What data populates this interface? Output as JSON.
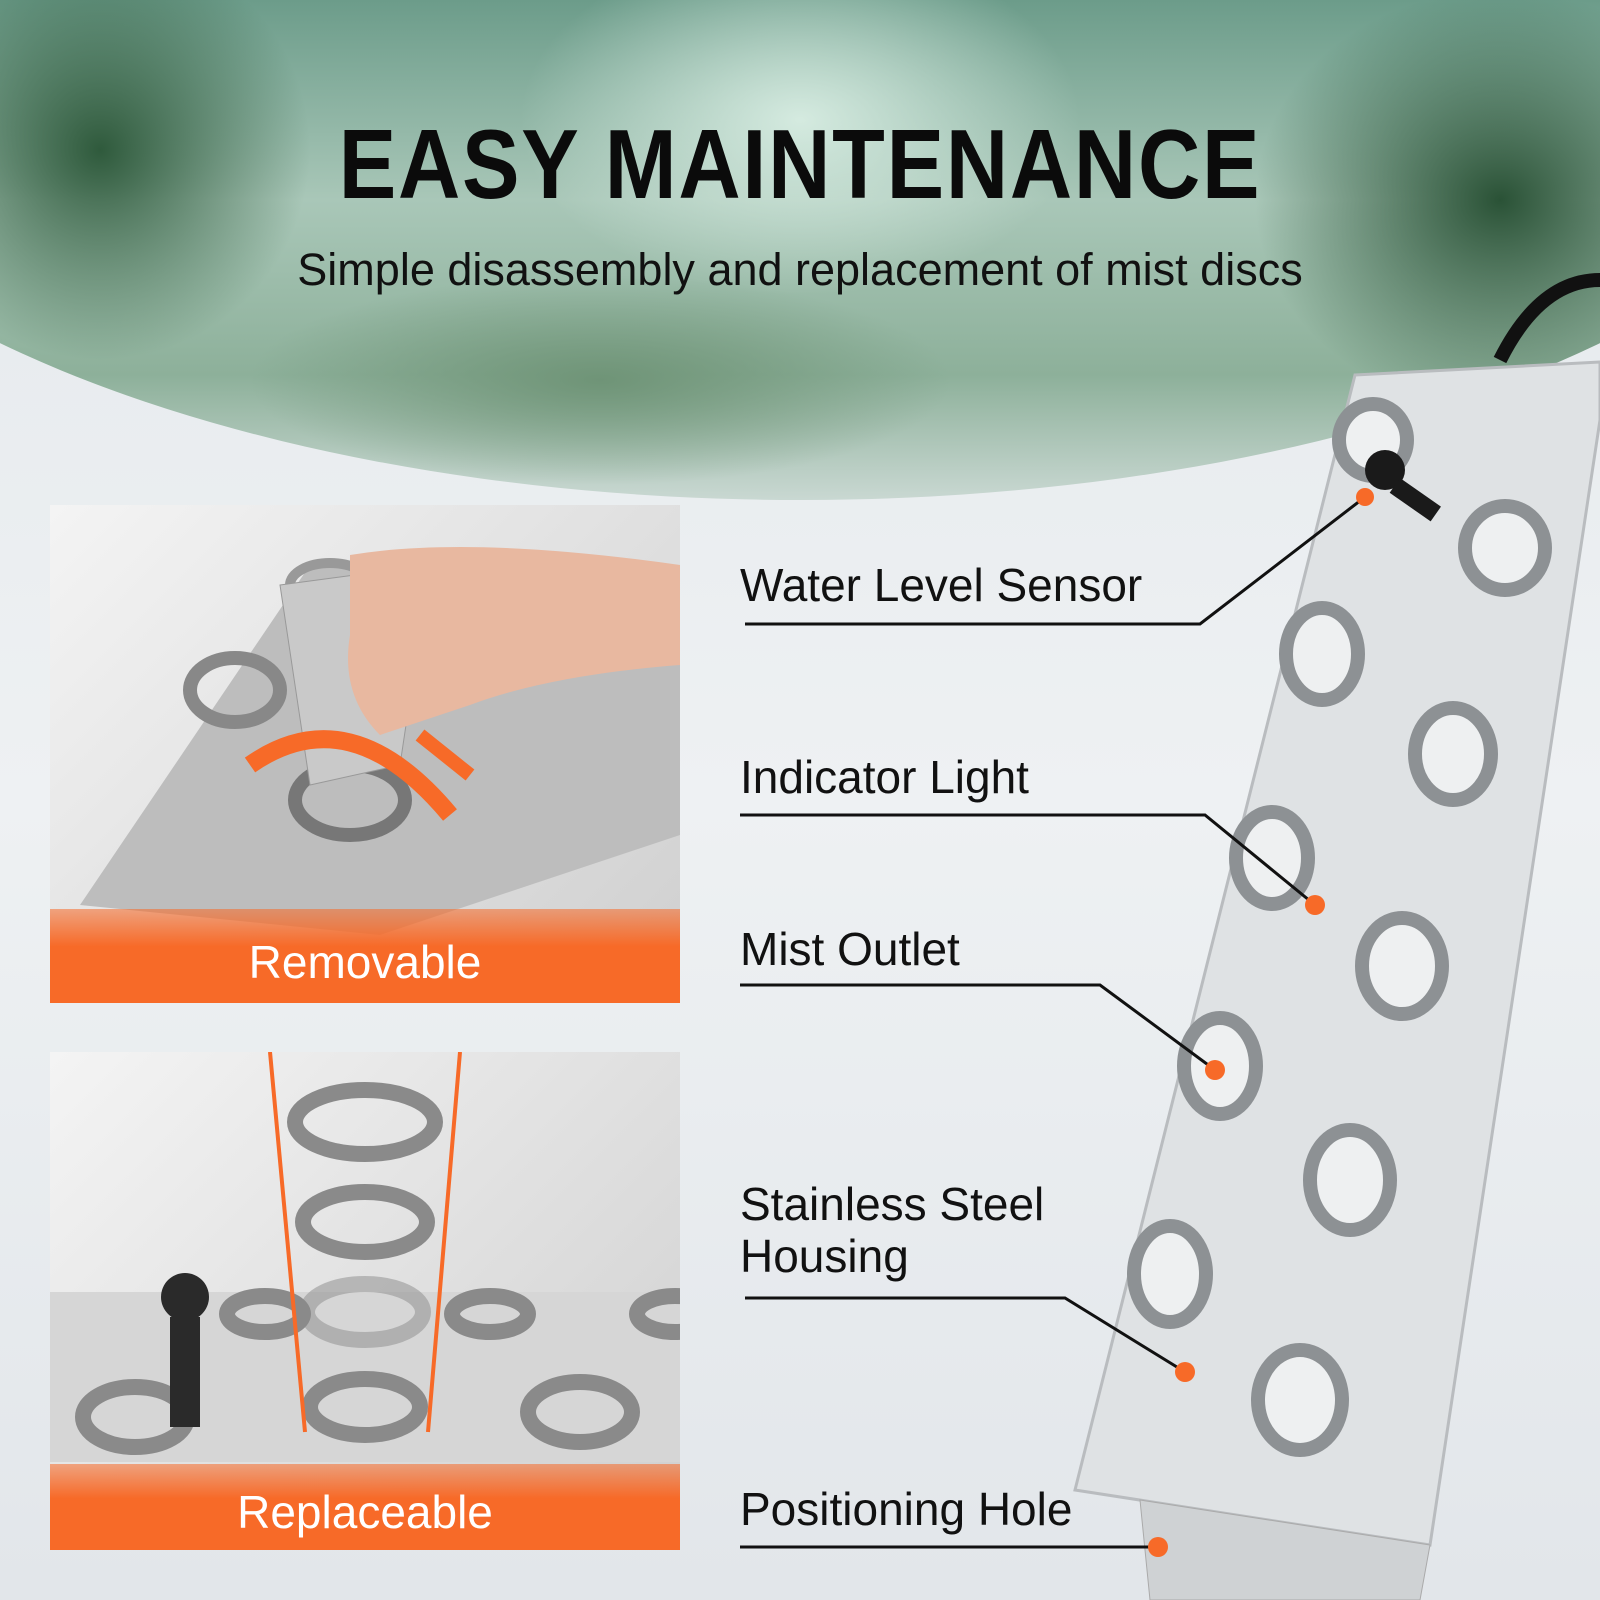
{
  "header": {
    "title": "EASY MAINTENANCE",
    "subtitle": "Simple disassembly and replacement of mist discs"
  },
  "panels": [
    {
      "label": "Removable"
    },
    {
      "label": "Replaceable"
    }
  ],
  "callouts": [
    "Water Level Sensor",
    "Indicator Light",
    "Mist Outlet",
    "Stainless Steel Housing",
    "Positioning Hole"
  ],
  "colors": {
    "accent": "#f76a28",
    "title": "#0b0b0b"
  }
}
